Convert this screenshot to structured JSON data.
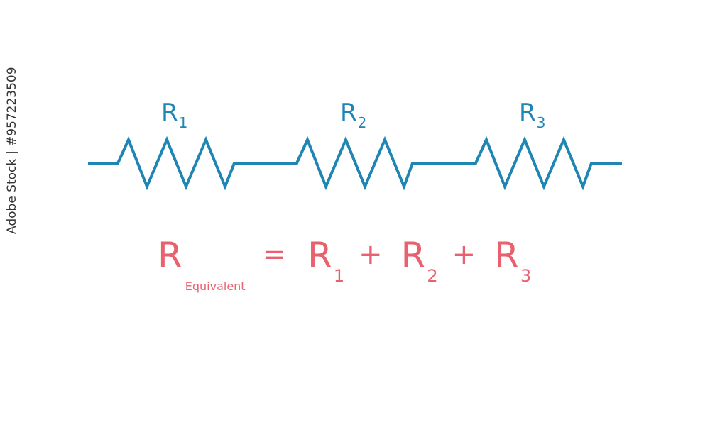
{
  "resistors": [
    {
      "letter": "R",
      "sub": "1"
    },
    {
      "letter": "R",
      "sub": "2"
    },
    {
      "letter": "R",
      "sub": "3"
    }
  ],
  "equation": {
    "lhs_letter": "R",
    "lhs_sub": "Equivalent",
    "equals": "=",
    "plus": "+",
    "terms": [
      {
        "letter": "R",
        "sub": "1"
      },
      {
        "letter": "R",
        "sub": "2"
      },
      {
        "letter": "R",
        "sub": "3"
      }
    ]
  },
  "watermark": {
    "brand": "Adobe Stock",
    "separator": "|",
    "id": "#957223509"
  },
  "colors": {
    "wire": "#1f86b4",
    "equation": "#e8616e",
    "background": "#ffffff"
  }
}
